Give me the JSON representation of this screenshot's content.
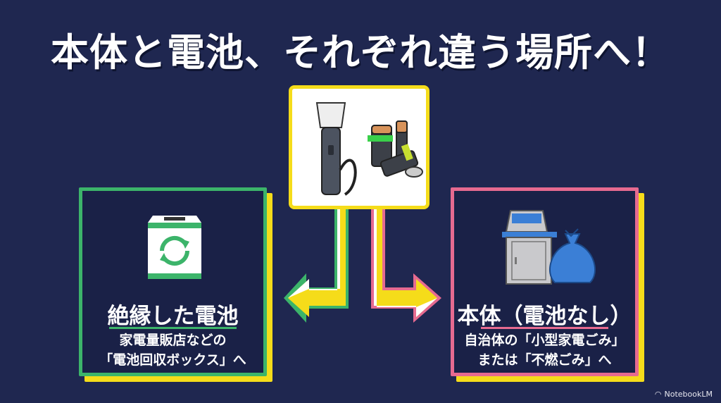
{
  "title": "本体と電池、それぞれ違う場所へ！",
  "center": {
    "icons": [
      "flashlight-icon",
      "batteries-icon"
    ],
    "border_color": "#f5dc1a"
  },
  "left_panel": {
    "icon": "recycle-box-icon",
    "heading": "絶縁した電池",
    "line1": "家電量販店などの",
    "line2": "「電池回収ボックス」へ",
    "accent": "#3cb46a"
  },
  "right_panel": {
    "icon": "trash-can-and-bag-icon",
    "heading": "本体（電池なし）",
    "line1": "自治体の「小型家電ごみ」",
    "line2": "または「不燃ごみ」へ",
    "accent": "#e66a90"
  },
  "footer": {
    "brand": "NotebookLM"
  },
  "colors": {
    "background": "#1f2750",
    "panel_bg": "#1a2147",
    "yellow": "#f5dc1a"
  }
}
